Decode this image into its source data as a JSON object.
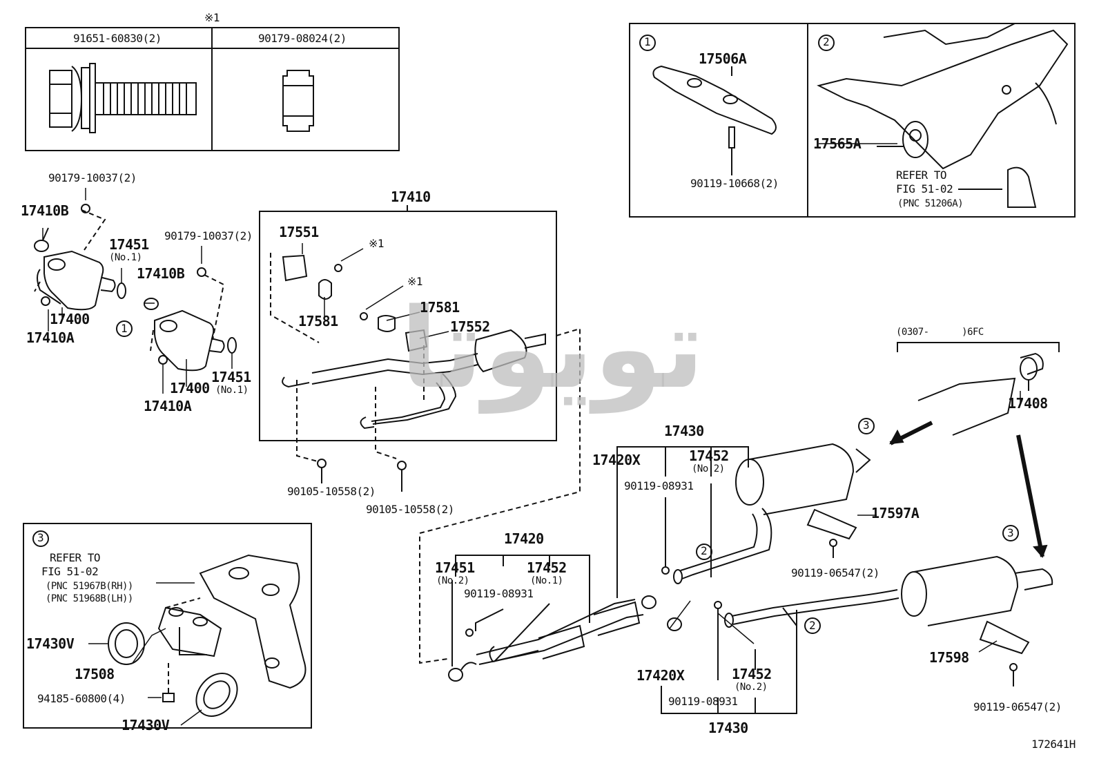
{
  "diagram_id": "172641H",
  "watermark": "تویوتا",
  "colors": {
    "ink": "#111111",
    "watermark": "#bdbdbd"
  },
  "fastener_table": {
    "note": "※1",
    "col1": "91651-60830(2)",
    "col2": "90179-08024(2)"
  },
  "left_parts": {
    "nut_a": "90179-10037(2)",
    "nut_b": "90179-10037(2)",
    "gasket_b1": "17410B",
    "gasket_b2": "17410B",
    "gasket_451_a": "17451",
    "gasket_451_a_sub": "(No.1)",
    "gasket_451_b": "17451",
    "gasket_451_b_sub": "(No.1)",
    "conv_a": "17400",
    "conv_b": "17400",
    "nut_a1": "17410A",
    "nut_a2": "17410A",
    "callout": "1"
  },
  "front_pipe": {
    "title": "17410",
    "p17551": "17551",
    "p17581a": "17581",
    "p17581b": "17581",
    "p17552": "17552",
    "note_a": "※1",
    "note_b": "※1",
    "bolt_a": "90105-10558(2)",
    "bolt_b": "90105-10558(2)"
  },
  "detail1": {
    "callout": "1",
    "part": "17506A",
    "bolt": "90119-10668(2)"
  },
  "detail2": {
    "callout": "2",
    "part": "17565A",
    "ref1": "REFER TO",
    "ref2": "FIG 51-02",
    "ref3": "(PNC 51206A)"
  },
  "detail3": {
    "callout": "3",
    "ref1": "REFER TO",
    "ref2": "FIG 51-02",
    "ref3": "(PNC 51967B(RH))",
    "ref4": "(PNC 51968B(LH))",
    "p_v1": "17430V",
    "p_v2": "17430V",
    "p_508": "17508",
    "nut": "94185-60800(4)"
  },
  "center_pipe": {
    "title": "17420",
    "p451": "17451",
    "p451_sub": "(No.2)",
    "p452": "17452",
    "p452_sub": "(No.1)",
    "bolt": "90119-08931"
  },
  "tail_pipe_upper": {
    "title": "17430",
    "p420x": "17420X",
    "p452": "17452",
    "p452_sub": "(No.2)",
    "bolt": "90119-08931",
    "callout_2": "2",
    "callout_3": "3",
    "p597a": "17597A",
    "bolt_597": "90119-06547(2)"
  },
  "tail_pipe_lower": {
    "title": "17430",
    "p420x": "17420X",
    "p452": "17452",
    "p452_sub": "(No.2)",
    "bolt": "90119-08931",
    "callout_2": "2",
    "callout_3": "3",
    "p598": "17598",
    "bolt_598": "90119-06547(2)"
  },
  "tip": {
    "range": "(0307-      )6FC",
    "part": "17408"
  }
}
